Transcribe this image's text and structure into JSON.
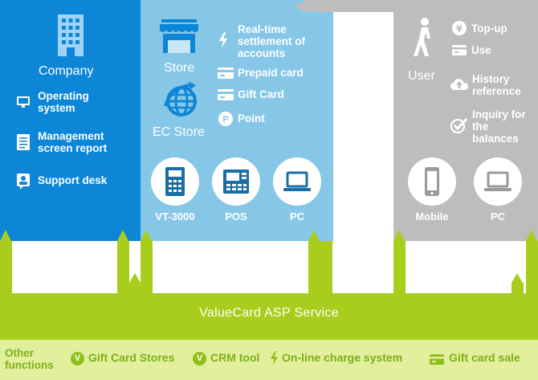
{
  "company": {
    "title": "Company",
    "items": [
      "Operating system",
      "Management screen report",
      "Support desk"
    ]
  },
  "store": {
    "store_title": "Store",
    "ec_title": "EC Store",
    "features": [
      "Real-time settlement of accounts",
      "Prepaid card",
      "Gift Card",
      "Point"
    ],
    "devices": [
      "VT-3000",
      "POS",
      "PC"
    ]
  },
  "user": {
    "title": "User",
    "features": [
      "Top-up",
      "Use",
      "History reference",
      "Inquiry for the balances"
    ],
    "devices": [
      "Mobile",
      "PC"
    ]
  },
  "asp_service": "ValueCard ASP Service",
  "other": {
    "label": "Other functions",
    "items": [
      "Gift Card Stores",
      "CRM tool",
      "On-line charge system",
      "Gift card sale"
    ]
  },
  "colors": {
    "company_blue": "#0d86d8",
    "store_light_blue": "#86c7e8",
    "user_gray": "#bdbdbd",
    "asp_green": "#a8cd1c",
    "other_pale_green": "#e2ef9c"
  }
}
